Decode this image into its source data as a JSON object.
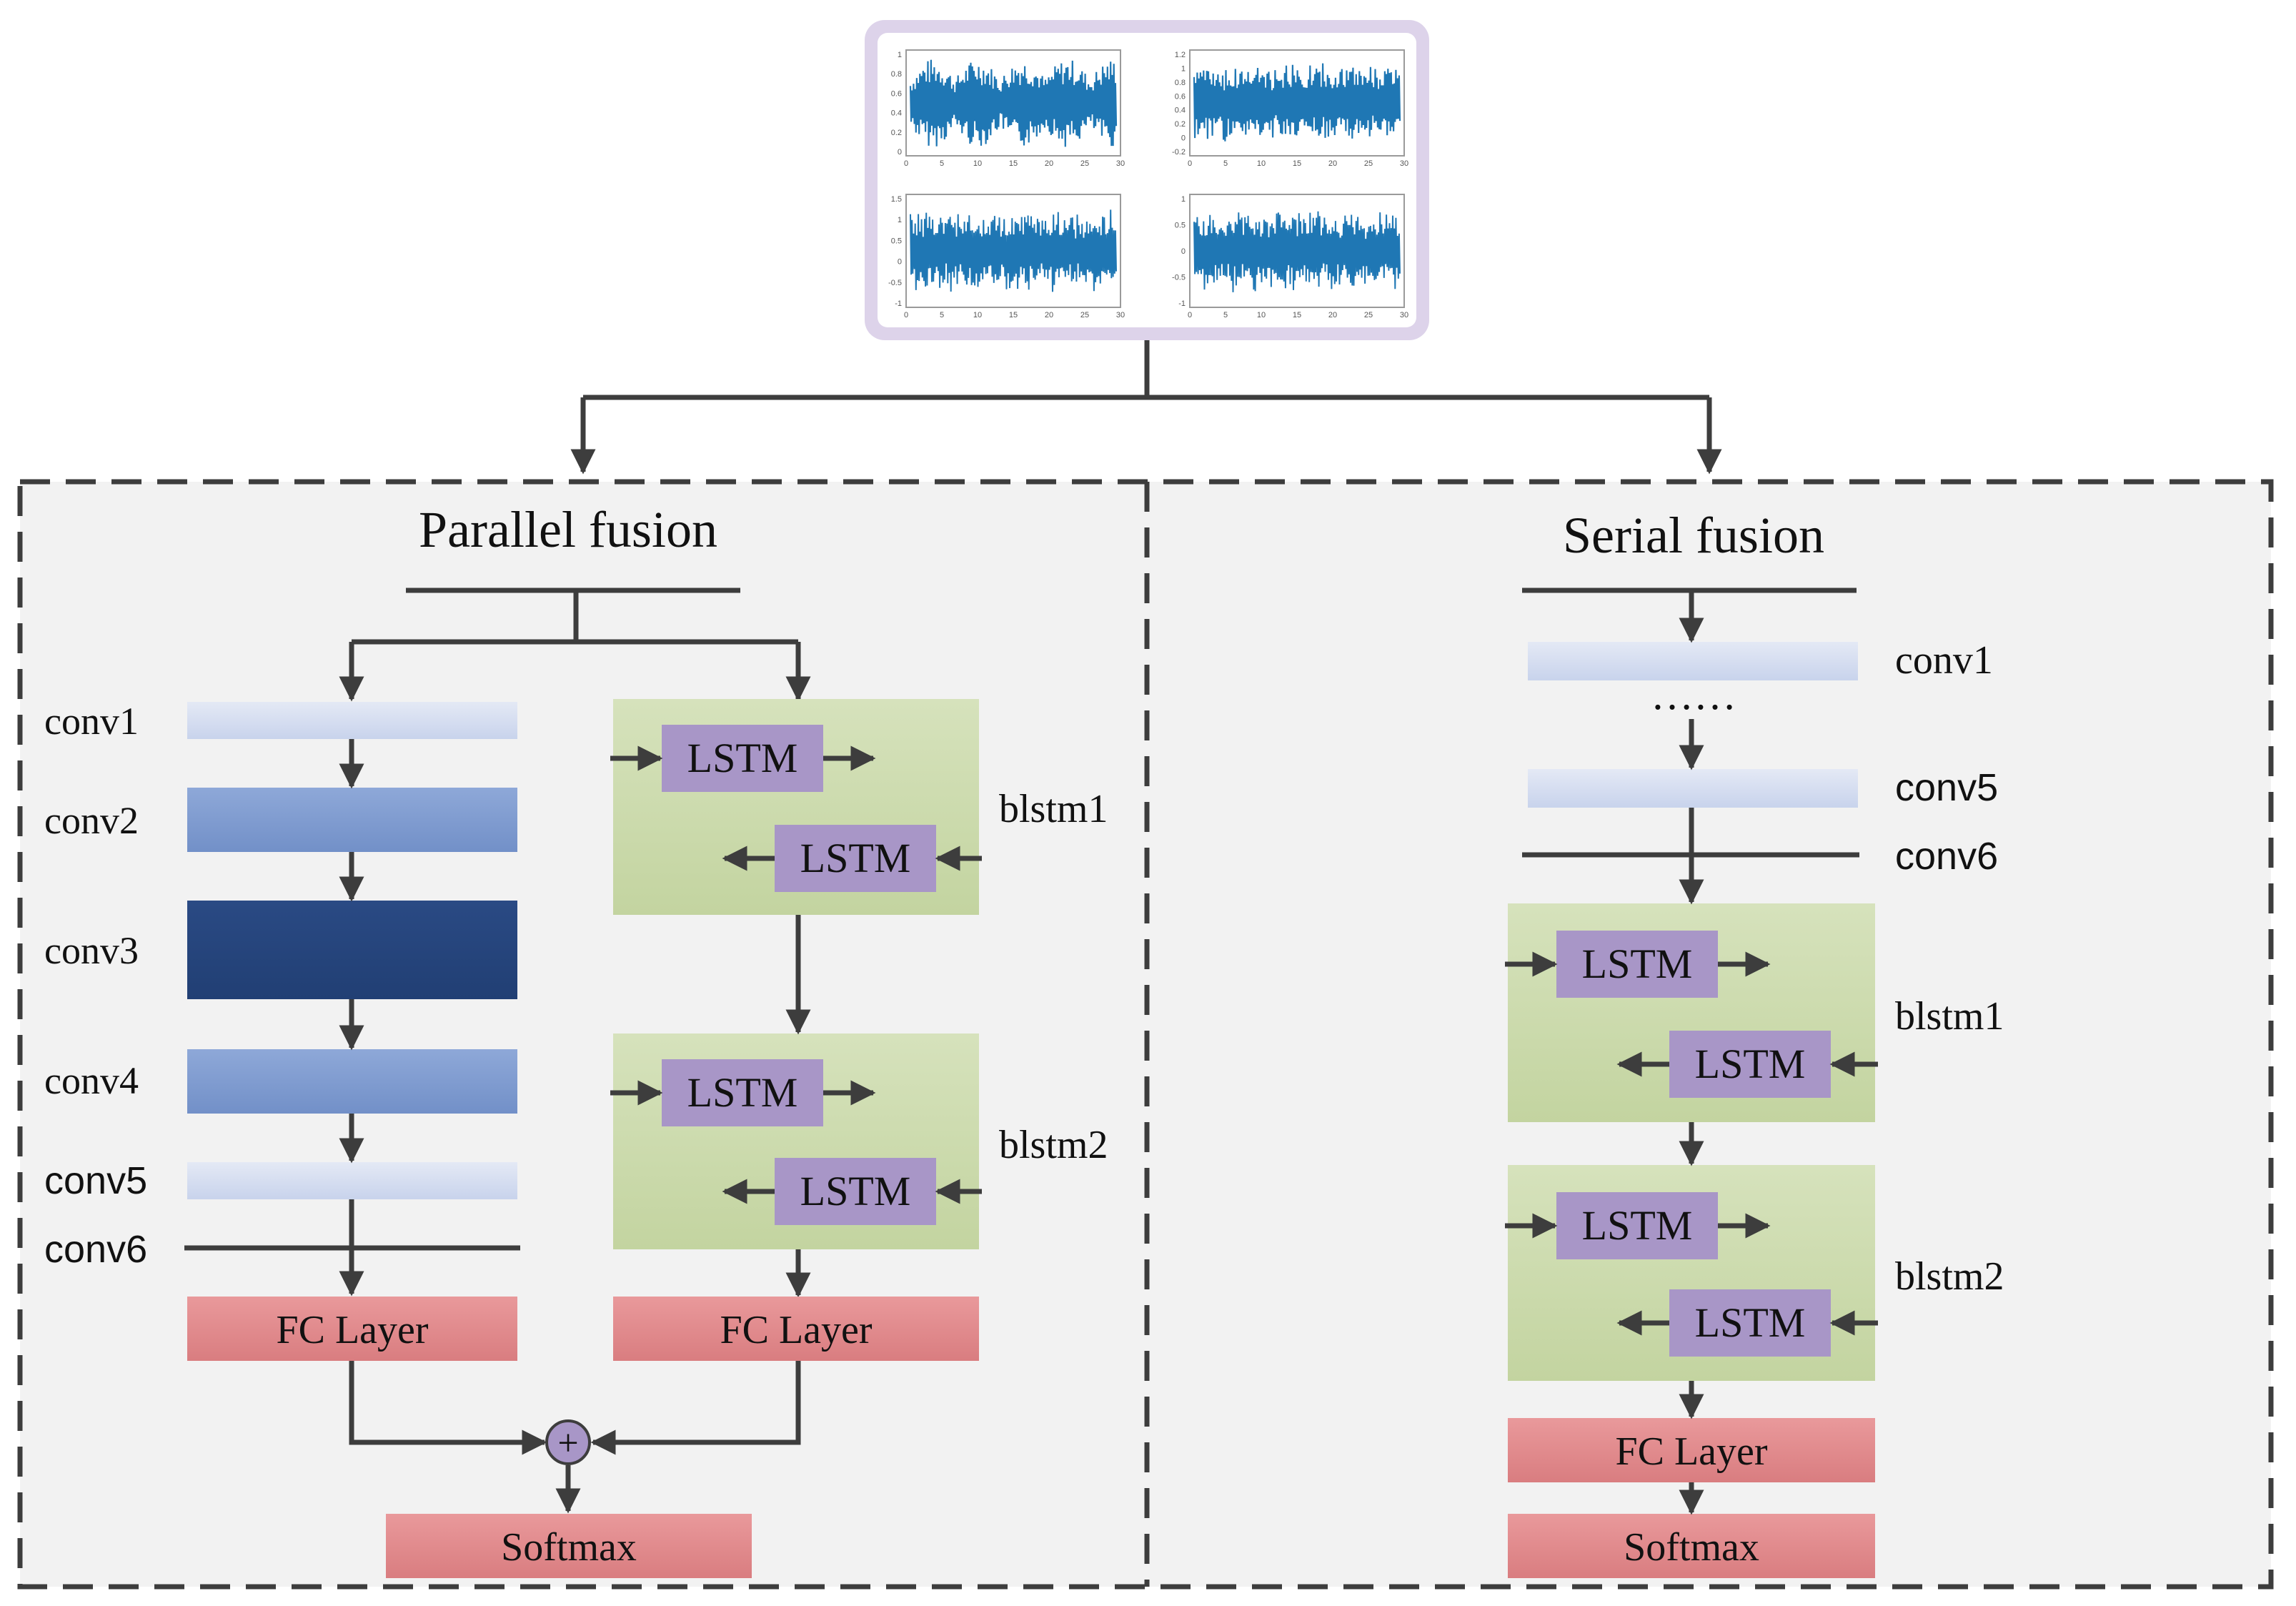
{
  "parallel": {
    "title": "Parallel fusion",
    "conv_labels": [
      "conv1",
      "conv2",
      "conv3",
      "conv4",
      "conv5",
      "conv6"
    ],
    "blstm_labels": [
      "blstm1",
      "blstm2"
    ],
    "lstm_label": "LSTM",
    "fc_left": "FC Layer",
    "fc_right": "FC Layer",
    "plus": "+",
    "softmax": "Softmax"
  },
  "serial": {
    "title": "Serial fusion",
    "conv_labels": [
      "conv1",
      "conv5",
      "conv6"
    ],
    "ellipsis": "……",
    "blstm_labels": [
      "blstm1",
      "blstm2"
    ],
    "lstm_label": "LSTM",
    "fc": "FC Layer",
    "softmax": "Softmax"
  },
  "colors": {
    "panel_bg": "#f2f2f2",
    "dash_border": "#3d3d3d",
    "conv_light": "#d6deef",
    "conv_mid": "#7f9bd0",
    "conv_dark": "#23427a",
    "blstm_green": "#cad9aa",
    "lstm_purple": "#a896c7",
    "fc_red": "#e0878a",
    "plot_line": "#1f77b4",
    "signal_frame": "#ddd3ea"
  },
  "signal_plots": [
    {
      "ytick_labels": [
        "1",
        "0.8",
        "0.6",
        "0.4",
        "0.2",
        "0"
      ],
      "xtick_labels": [
        "0",
        "5",
        "10",
        "15",
        "20",
        "25",
        "30"
      ]
    },
    {
      "ytick_labels": [
        "1.2",
        "1",
        "0.8",
        "0.6",
        "0.4",
        "0.2",
        "0",
        "-0.2"
      ],
      "xtick_labels": [
        "0",
        "5",
        "10",
        "15",
        "20",
        "25",
        "30"
      ]
    },
    {
      "ytick_labels": [
        "1.5",
        "1",
        "0.5",
        "0",
        "-0.5",
        "-1"
      ],
      "xtick_labels": [
        "0",
        "5",
        "10",
        "15",
        "20",
        "25",
        "30"
      ]
    },
    {
      "ytick_labels": [
        "1",
        "0.5",
        "0",
        "-0.5",
        "-1"
      ],
      "xtick_labels": [
        "0",
        "5",
        "10",
        "15",
        "20",
        "25",
        "30"
      ]
    }
  ]
}
